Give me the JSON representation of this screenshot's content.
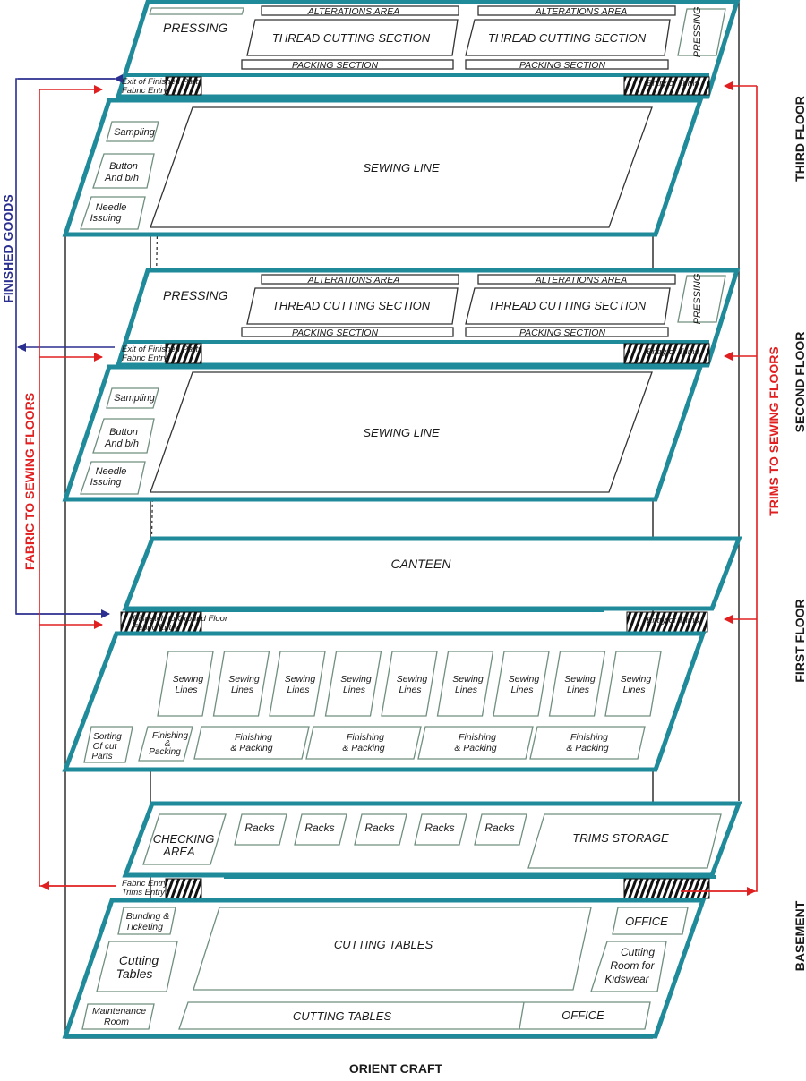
{
  "title": "ORIENT CRAFT",
  "floor_labels": {
    "third": "THIRD FLOOR",
    "second": "SECOND FLOOR",
    "first": "FIRST FLOOR",
    "basement": "BASEMENT"
  },
  "side_arrows": {
    "finished_goods": "FINISHED GOODS",
    "fabric_to_sewing": "FABRIC TO SEWING FLOORS",
    "trims_to_sewing": "TRIMS TO SEWING FLOORS"
  },
  "finishing_floor": {
    "pressing": "PRESSING",
    "alterations": "ALTERATIONS AREA",
    "thread_cutting": "THREAD CUTTING SECTION",
    "packing": "PACKING SECTION",
    "pressing_vertical": "PRESSING"
  },
  "stair_labels": {
    "exit_finished": "Exit of Finished Parts",
    "fabric_entry": "Fabric Entry",
    "trims_entry": "Entry of Trims",
    "dispatch": "Dispatch to Ground Floor",
    "trims_entry_basement": "Trims Entry"
  },
  "sewing_floor": {
    "sampling": "Sampling",
    "button_line1": "Button",
    "button_line2": "And b/h",
    "needle_line1": "Needle",
    "needle_line2": "Issuing",
    "sewing_line": "SEWING LINE"
  },
  "canteen": "CANTEEN",
  "first_floor": {
    "sewing_line1": "Sewing",
    "sewing_line2": "Lines",
    "sorting_line1": "Sorting",
    "sorting_line2": "Of cut",
    "sorting_line3": "Parts",
    "finishing_small_line1": "Finishing",
    "finishing_small_line2": "&",
    "finishing_small_line3": "Packing",
    "finishing_line1": "Finishing",
    "finishing_line2": "& Packing"
  },
  "basement_upper": {
    "checking_line1": "CHECKING",
    "checking_line2": "AREA",
    "racks": "Racks",
    "trims_storage": "TRIMS STORAGE"
  },
  "basement_lower": {
    "bunding_line1": "Bunding &",
    "bunding_line2": "Ticketing",
    "cutting_small_line1": "Cutting",
    "cutting_small_line2": "Tables",
    "maintenance_line1": "Maintenance",
    "maintenance_line2": "Room",
    "cutting_tables": "CUTTING TABLES",
    "office": "OFFICE",
    "kids_line1": "Cutting",
    "kids_line2": "Room for",
    "kids_line3": "Kidswear"
  },
  "colors": {
    "slab_edge": "#1f8a9a",
    "finished_goods": "#2b2f8f",
    "fabric": "#e02020",
    "trims": "#e02020",
    "label_green": "#1f9a3a",
    "label_blue": "#1a8fc0"
  }
}
